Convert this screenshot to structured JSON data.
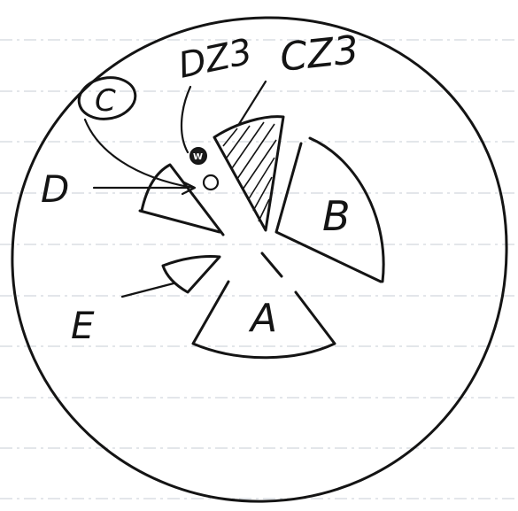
{
  "diagram": {
    "labels": {
      "dz3": "DZ3",
      "cz3": "CZ3",
      "circled": "C",
      "d": "D",
      "b": "B",
      "e": "E",
      "a": "A",
      "dot_mark": "W"
    },
    "ink_color": "#141414",
    "paper_rule_color": "#9aa6b2"
  }
}
